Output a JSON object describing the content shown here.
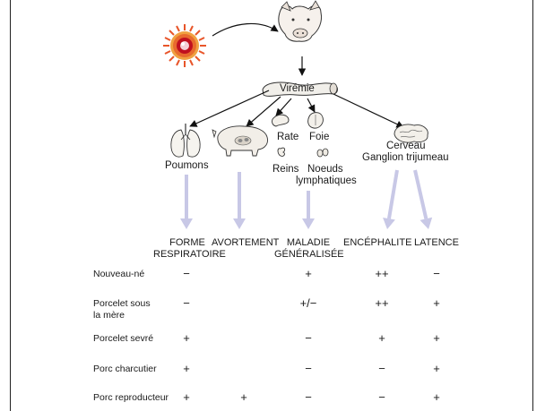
{
  "organ_labels": {
    "viremie": "Virémie",
    "poumons": "Poumons",
    "rate": "Rate",
    "foie": "Foie",
    "reins": "Reins",
    "noeuds_line1": "Noeuds",
    "noeuds_line2": "lymphatiques",
    "cerveau": "Cerveau",
    "ganglion": "Ganglion trijumeau"
  },
  "columns": [
    {
      "line1": "FORME",
      "line2": "RESPIRATOIRE"
    },
    {
      "line1": "AVORTEMENT",
      "line2": ""
    },
    {
      "line1": "MALADIE",
      "line2": "GÉNÉRALISÉE"
    },
    {
      "line1": "ENCÉPHALITE",
      "line2": ""
    },
    {
      "line1": "LATENCE",
      "line2": ""
    }
  ],
  "rows": [
    {
      "label_line1": "Nouveau-né",
      "label_line2": "",
      "values": [
        "−",
        "",
        "+",
        "++",
        "−"
      ]
    },
    {
      "label_line1": "Porcelet sous",
      "label_line2": "la mère",
      "values": [
        "−",
        "",
        "+/−",
        "++",
        "+"
      ]
    },
    {
      "label_line1": "Porcelet sevré",
      "label_line2": "",
      "values": [
        "+",
        "",
        "−",
        "+",
        "+"
      ]
    },
    {
      "label_line1": "Porc charcutier",
      "label_line2": "",
      "values": [
        "+",
        "",
        "−",
        "−",
        "+"
      ]
    },
    {
      "label_line1": "Porc reproducteur",
      "label_line2": "",
      "values": [
        "+",
        "+",
        "−",
        "−",
        "+"
      ]
    }
  ],
  "colors": {
    "lavender_arrow": "#c8c8e6",
    "virus_ring": "#e8552a",
    "virus_core": "#c0101f"
  }
}
